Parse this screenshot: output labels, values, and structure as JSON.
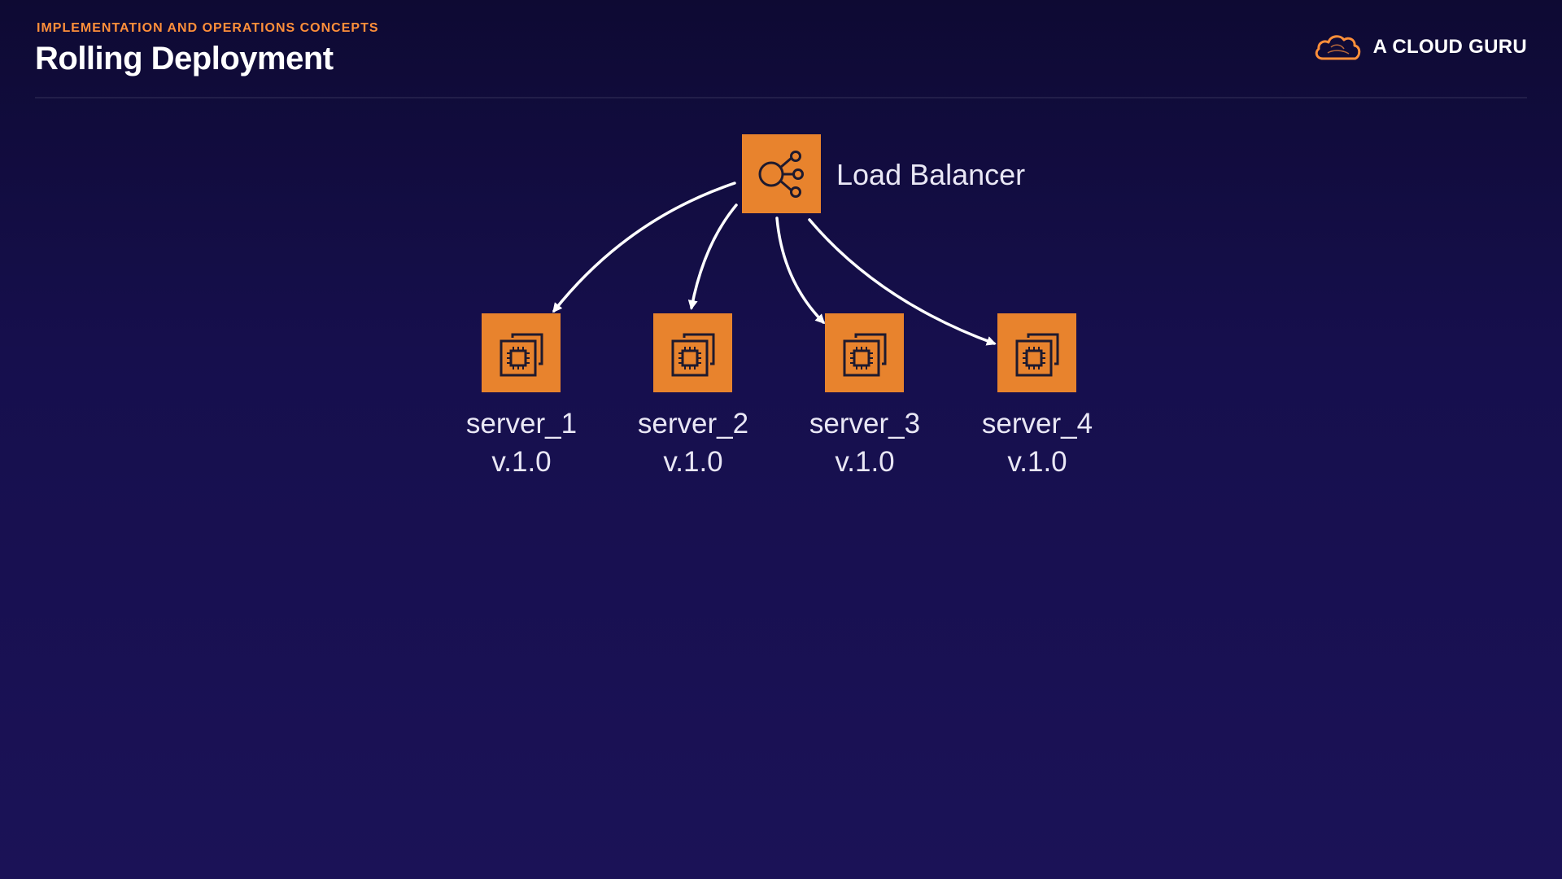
{
  "header": {
    "kicker": "IMPLEMENTATION AND OPERATIONS CONCEPTS",
    "title": "Rolling Deployment",
    "brand": "A CLOUD GURU",
    "brand_icon": "cloud-logo-icon"
  },
  "colors": {
    "accent": "#ff8f3a",
    "node_fill": "#e8832d",
    "background": "#160f4d"
  },
  "diagram": {
    "load_balancer": {
      "label": "Load Balancer",
      "icon": "load-balancer-icon"
    },
    "servers": [
      {
        "name": "server_1",
        "version": "v.1.0",
        "icon": "ec2-instance-icon"
      },
      {
        "name": "server_2",
        "version": "v.1.0",
        "icon": "ec2-instance-icon"
      },
      {
        "name": "server_3",
        "version": "v.1.0",
        "icon": "ec2-instance-icon"
      },
      {
        "name": "server_4",
        "version": "v.1.0",
        "icon": "ec2-instance-icon"
      }
    ]
  }
}
